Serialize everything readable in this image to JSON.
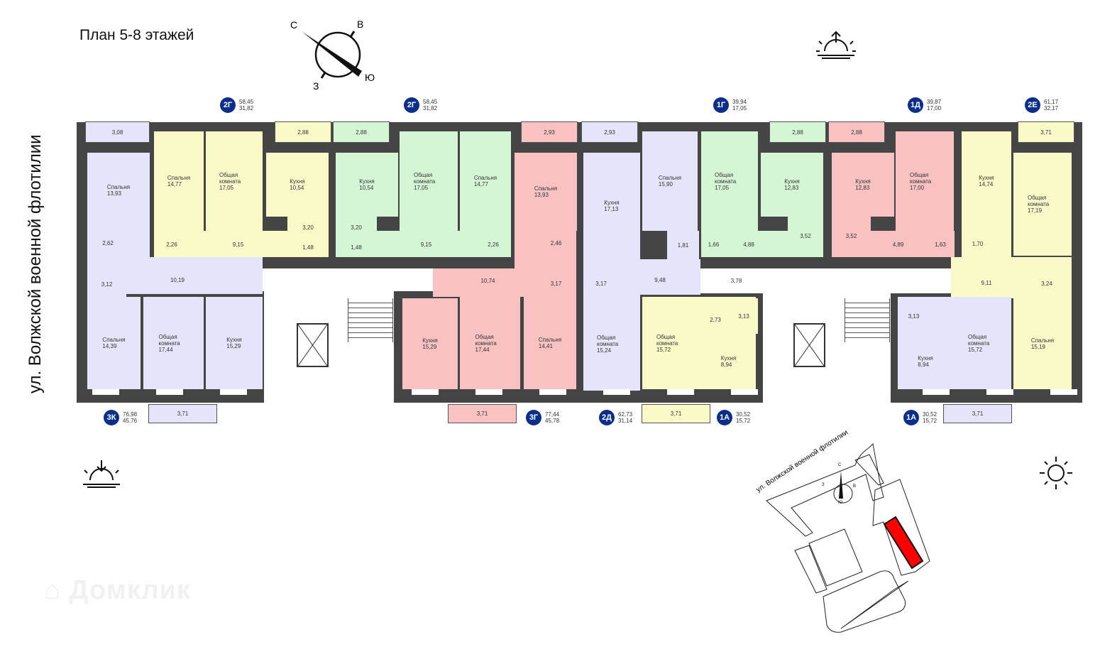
{
  "title": "План 5-8 этажей",
  "street": "ул. Волжской военной флотилии",
  "watermark": "Домклик",
  "compass": {
    "north": "С",
    "east": "В",
    "south": "Ю",
    "west": "З"
  },
  "site_plan": {
    "street": "ул. Волжской военной флотилии",
    "compass": {
      "north": "С",
      "east": "В",
      "south": "Ю",
      "west": "З"
    },
    "highlight_color": "#ff0000"
  },
  "icons": [
    "sunrise-icon",
    "sunset-icon",
    "sun-icon",
    "compass-icon"
  ],
  "colors": {
    "lavender": "#e4e4fa",
    "yellow": "#fafac8",
    "green": "#d4f6d4",
    "pink": "#f8c2c2",
    "badge": "#0a2e8a",
    "walls": "#454545"
  },
  "common": [
    {
      "area": "3,78"
    }
  ],
  "apartments": [
    {
      "code": "3К",
      "total": "76,98",
      "living": "45,76",
      "rooms": [
        {
          "name": "",
          "area": "3,08"
        },
        {
          "name": "Спальня",
          "area": "13,93"
        },
        {
          "name": "",
          "area": "2,62"
        },
        {
          "name": "",
          "area": "3,12"
        },
        {
          "name": "",
          "area": "10,19"
        },
        {
          "name": "Спальня",
          "area": "14,39"
        },
        {
          "name": "Общая комната",
          "area": "17,44"
        },
        {
          "name": "Кухня",
          "area": "15,29"
        },
        {
          "name": "",
          "area": "3,71"
        }
      ]
    },
    {
      "code": "2Г",
      "total": "58,45",
      "living": "31,82",
      "rooms": [
        {
          "name": "",
          "area": "2,88"
        },
        {
          "name": "Спальня",
          "area": "14,77"
        },
        {
          "name": "Общая комната",
          "area": "17,05"
        },
        {
          "name": "Кухня",
          "area": "10,54"
        },
        {
          "name": "",
          "area": "2,26"
        },
        {
          "name": "",
          "area": "9,15"
        },
        {
          "name": "",
          "area": "3,20"
        },
        {
          "name": "",
          "area": "1,48"
        }
      ]
    },
    {
      "code": "2Г",
      "total": "58,45",
      "living": "31,82",
      "rooms": [
        {
          "name": "",
          "area": "2,88"
        },
        {
          "name": "Кухня",
          "area": "10,54"
        },
        {
          "name": "Общая комната",
          "area": "17,05"
        },
        {
          "name": "Спальня",
          "area": "14,77"
        },
        {
          "name": "",
          "area": "3,20"
        },
        {
          "name": "",
          "area": "1,48"
        },
        {
          "name": "",
          "area": "9,15"
        },
        {
          "name": "",
          "area": "2,26"
        }
      ]
    },
    {
      "code": "3Г",
      "total": "77,44",
      "living": "45,78",
      "rooms": [
        {
          "name": "",
          "area": "2,93"
        },
        {
          "name": "Спальня",
          "area": "13,93"
        },
        {
          "name": "",
          "area": "2,46"
        },
        {
          "name": "",
          "area": "10,74"
        },
        {
          "name": "",
          "area": "3,17"
        },
        {
          "name": "Кухня",
          "area": "15,29"
        },
        {
          "name": "Общая комната",
          "area": "17,44"
        },
        {
          "name": "Спальня",
          "area": "14,41"
        },
        {
          "name": "",
          "area": "3,71"
        }
      ]
    },
    {
      "code": "2Д",
      "total": "62,73",
      "living": "31,14",
      "rooms": [
        {
          "name": "",
          "area": "2,93"
        },
        {
          "name": "Кухня",
          "area": "17,13"
        },
        {
          "name": "Спальня",
          "area": "15,90"
        },
        {
          "name": "",
          "area": "1,81"
        },
        {
          "name": "",
          "area": "3,17"
        },
        {
          "name": "",
          "area": "9,48"
        },
        {
          "name": "Общая комната",
          "area": "15,24"
        }
      ]
    },
    {
      "code": "1А",
      "total": "30,52",
      "living": "15,72",
      "rooms": [
        {
          "name": "",
          "area": "2,73"
        },
        {
          "name": "",
          "area": "3,13"
        },
        {
          "name": "Общая комната",
          "area": "15,72"
        },
        {
          "name": "Кухня",
          "area": "8,94"
        },
        {
          "name": "",
          "area": "3,71"
        }
      ]
    },
    {
      "code": "1Г",
      "total": "39,94",
      "living": "17,05",
      "rooms": [
        {
          "name": "Общая комната",
          "area": "17,05"
        },
        {
          "name": "",
          "area": "2,88"
        },
        {
          "name": "Кухня",
          "area": "12,83"
        },
        {
          "name": "",
          "area": "1,66"
        },
        {
          "name": "",
          "area": "4,88"
        },
        {
          "name": "",
          "area": "3,52"
        }
      ]
    },
    {
      "code": "1Д",
      "total": "39,87",
      "living": "17,00",
      "rooms": [
        {
          "name": "",
          "area": "2,88"
        },
        {
          "name": "Кухня",
          "area": "12,83"
        },
        {
          "name": "Общая комната",
          "area": "17,00"
        },
        {
          "name": "",
          "area": "3,52"
        },
        {
          "name": "",
          "area": "4,89"
        },
        {
          "name": "",
          "area": "1,63"
        }
      ]
    },
    {
      "code": "2Е",
      "total": "61,17",
      "living": "32,17",
      "rooms": [
        {
          "name": "Кухня",
          "area": "14,74"
        },
        {
          "name": "",
          "area": "3,71"
        },
        {
          "name": "Общая комната",
          "area": "17,19"
        },
        {
          "name": "",
          "area": "1,70"
        },
        {
          "name": "",
          "area": "9,11"
        },
        {
          "name": "",
          "area": "3,24"
        },
        {
          "name": "Спальня",
          "area": "15,19"
        }
      ]
    },
    {
      "code": "1А",
      "total": "30,52",
      "living": "15,72",
      "rooms": [
        {
          "name": "",
          "area": "3,13"
        },
        {
          "name": "Кухня",
          "area": "8,94"
        },
        {
          "name": "Общая комната",
          "area": "15,72"
        },
        {
          "name": "",
          "area": "3,71"
        }
      ]
    }
  ]
}
